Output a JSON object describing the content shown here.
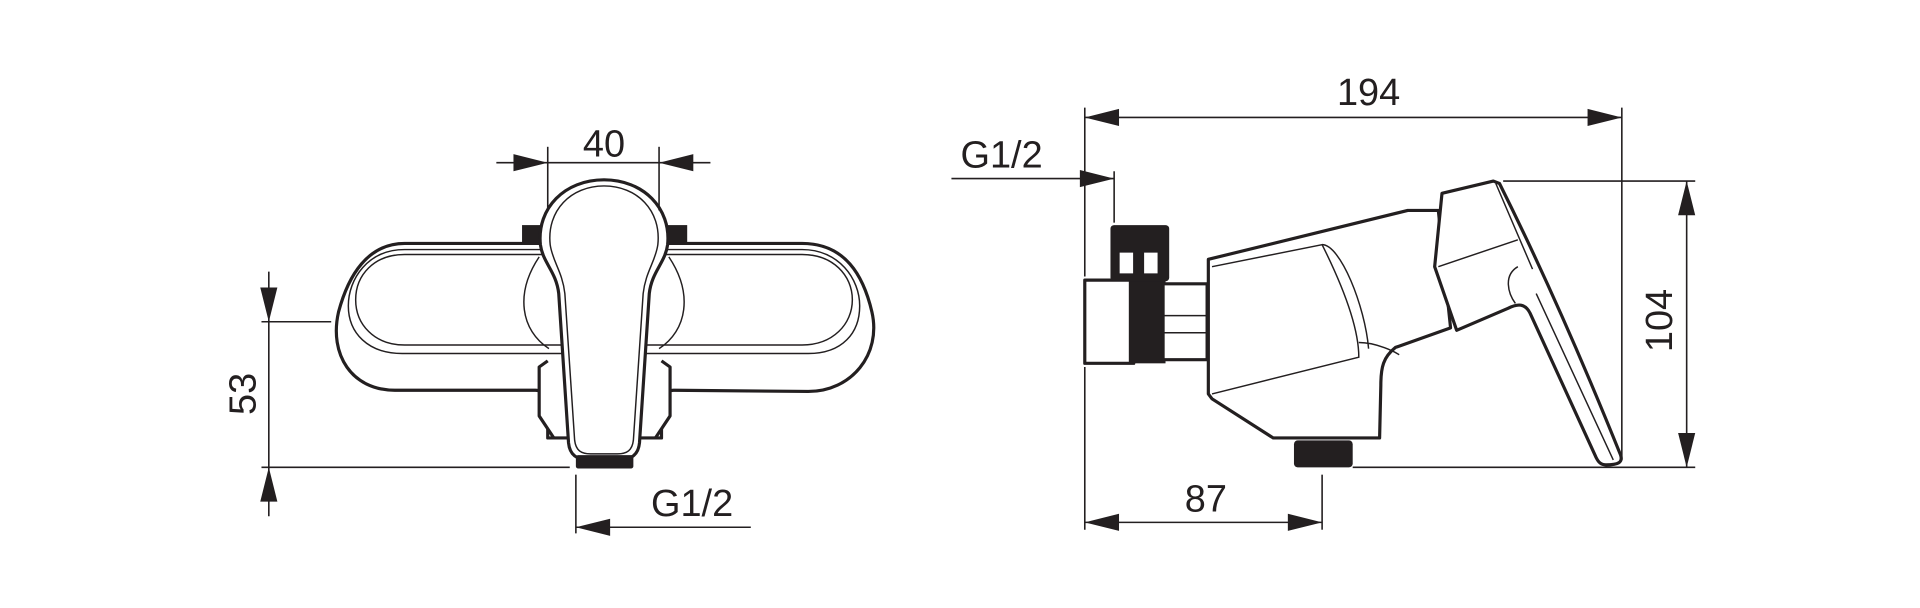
{
  "title": "Single-lever shower mixer dimension drawing",
  "front_view": {
    "width_label": "40",
    "height_label": "53",
    "connection_label": "G1/2"
  },
  "side_view": {
    "depth_label": "194",
    "inlet_label": "G1/2",
    "height_label": "104",
    "outlet_offset_label": "87"
  },
  "colors": {
    "line": "#231f20",
    "background": "#ffffff"
  }
}
